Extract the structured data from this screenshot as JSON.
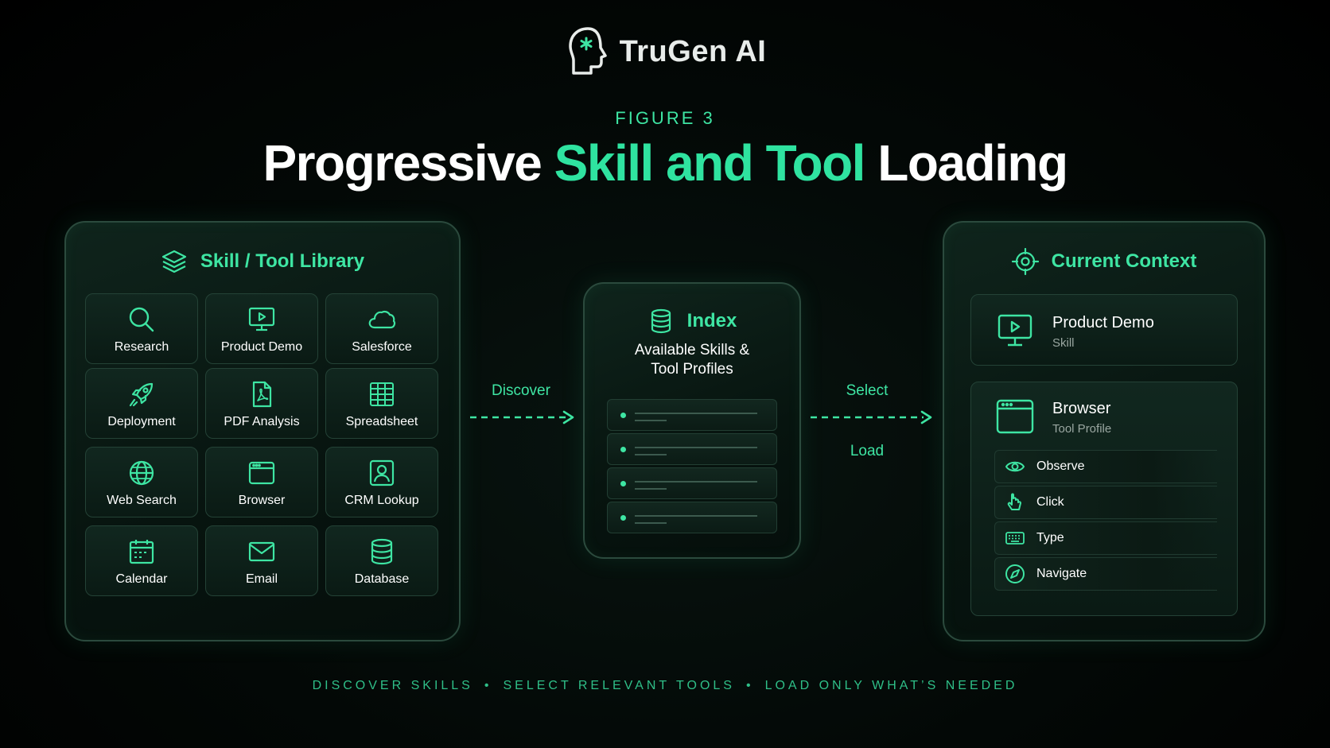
{
  "brand": {
    "name": "TruGen AI",
    "icon": "head-asterisk-logo"
  },
  "figure_label": "FIGURE 3",
  "title": {
    "part1": "Progressive ",
    "accent": "Skill and Tool",
    "part2": " Loading"
  },
  "library": {
    "header": "Skill / Tool Library",
    "icon": "layers-icon",
    "tiles": [
      {
        "label": "Research",
        "icon": "search-icon"
      },
      {
        "label": "Product Demo",
        "icon": "monitor-play-icon"
      },
      {
        "label": "Salesforce",
        "icon": "cloud-icon"
      },
      {
        "label": "Deployment",
        "icon": "rocket-icon"
      },
      {
        "label": "PDF Analysis",
        "icon": "pdf-file-icon"
      },
      {
        "label": "Spreadsheet",
        "icon": "grid-icon"
      },
      {
        "label": "Web Search",
        "icon": "globe-icon"
      },
      {
        "label": "Browser",
        "icon": "browser-window-icon"
      },
      {
        "label": "CRM Lookup",
        "icon": "contact-card-icon"
      },
      {
        "label": "Calendar",
        "icon": "calendar-icon"
      },
      {
        "label": "Email",
        "icon": "envelope-icon"
      },
      {
        "label": "Database",
        "icon": "database-icon"
      }
    ]
  },
  "index": {
    "header": "Index",
    "icon": "database-icon",
    "subtitle_line1": "Available Skills &",
    "subtitle_line2": "Tool Profiles"
  },
  "arrows": {
    "discover": "Discover",
    "select": "Select",
    "load": "Load"
  },
  "context": {
    "header": "Current Context",
    "icon": "target-icon",
    "skill": {
      "title": "Product Demo",
      "subtitle": "Skill",
      "icon": "monitor-play-icon"
    },
    "tool": {
      "title": "Browser",
      "subtitle": "Tool Profile",
      "icon": "browser-window-icon",
      "actions": [
        {
          "label": "Observe",
          "icon": "eye-icon"
        },
        {
          "label": "Click",
          "icon": "pointer-click-icon"
        },
        {
          "label": "Type",
          "icon": "keyboard-icon"
        },
        {
          "label": "Navigate",
          "icon": "navigate-icon"
        }
      ]
    }
  },
  "footer": {
    "item1": "DISCOVER SKILLS",
    "item2": "SELECT RELEVANT TOOLS",
    "item3": "LOAD ONLY WHAT’S NEEDED",
    "separator": "•"
  },
  "colors": {
    "accent": "#2fe3a0",
    "background": "#000000",
    "panel_border": "#2b4a3d"
  }
}
